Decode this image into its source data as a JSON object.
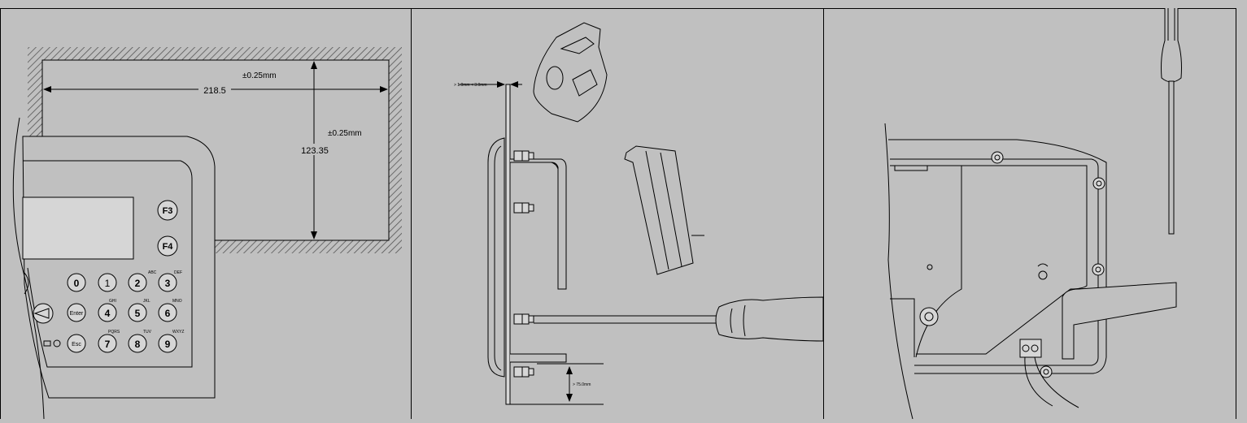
{
  "panel1": {
    "dim_width": "218.5",
    "dim_height": "123.35",
    "tol_width": "±0.25mm",
    "tol_height": "±0.25mm",
    "keys": {
      "f3": "F3",
      "f4": "F4",
      "k0": "0",
      "k1": "1",
      "k2": "2",
      "k3": "3",
      "k4": "4",
      "k5": "5",
      "k6": "6",
      "k7": "7",
      "k8": "8",
      "k9": "9",
      "enter": "Enter",
      "esc": "Esc",
      "abc": "ABC",
      "def": "DEF",
      "ghi": "GHI",
      "jkl": "JKL",
      "mno": "MNO",
      "pqrs": "PQRS",
      "tuv": "TUV",
      "wxyz": "WXYZ"
    }
  },
  "panel2": {
    "thickness": "> 1.0mm < 3.0mm",
    "clearance": "> 75.0mm"
  },
  "colors": {
    "background": "#c0c0c0",
    "line": "#000000",
    "hatch": "#555555"
  }
}
